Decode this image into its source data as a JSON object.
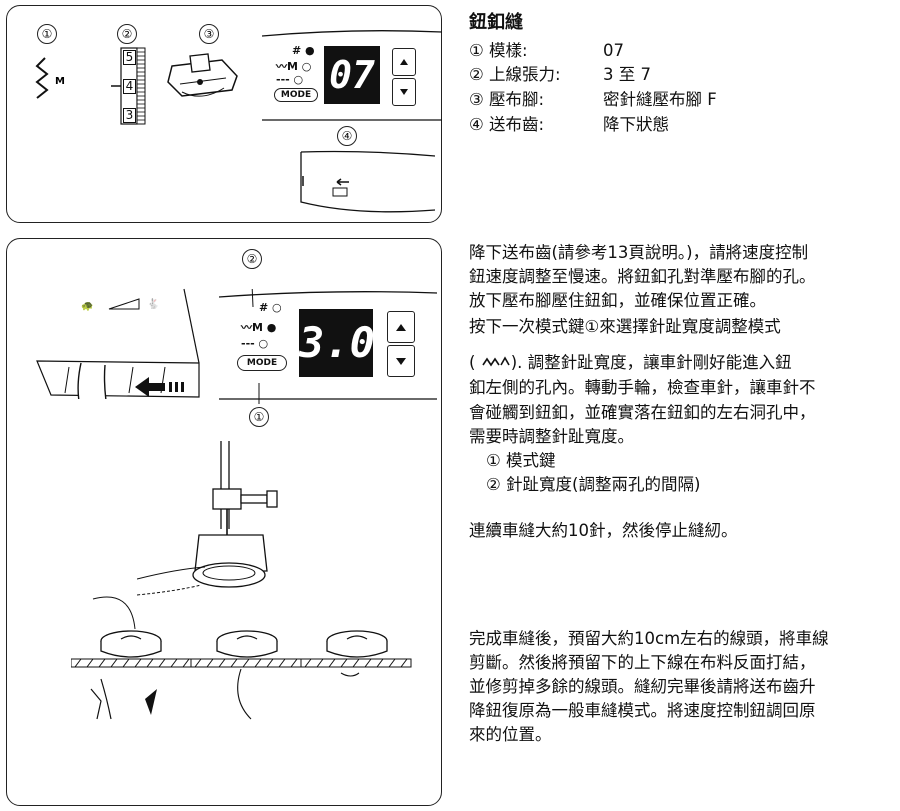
{
  "top_panel": {
    "callouts": [
      "①",
      "②",
      "③",
      "④"
    ],
    "tension_dial": [
      "5",
      "4",
      "3"
    ],
    "display_value": "07",
    "mode_label": "MODE",
    "stitch_symbols": [
      "#",
      "〰M",
      "---"
    ]
  },
  "bottom_panel": {
    "callouts": [
      "②",
      "①"
    ],
    "display_value": "3.0",
    "mode_label": "MODE"
  },
  "spec": {
    "title": "鈕釦縫",
    "rows": [
      {
        "num": "①",
        "label": "模樣:",
        "value": "07"
      },
      {
        "num": "②",
        "label": "上線張力:",
        "value": "3 至 7"
      },
      {
        "num": "③",
        "label": "壓布腳:",
        "value": "密針縫壓布腳 F"
      },
      {
        "num": "④",
        "label": "送布齒:",
        "value": "降下狀態"
      }
    ]
  },
  "instructions": {
    "p1": [
      "降下送布齒(請參考13頁說明。)，請將速度控制",
      "鈕速度調整至慢速。將鈕釦孔對準壓布腳的孔。",
      "放下壓布腳壓住鈕釦，並確保位置正確。"
    ],
    "p2": "按下一次模式鍵①來選擇針趾寬度調整模式",
    "p3_prefix": "(",
    "p3_lines": [
      "). 調整針趾寬度，讓車針剛好能進入鈕",
      "釦左側的孔內。轉動手輪，檢查車針，讓車針不",
      "會碰觸到鈕釦，並確實落在鈕釦的左右洞孔中，",
      "需要時調整針趾寬度。"
    ],
    "legend": [
      {
        "num": "①",
        "text": "模式鍵"
      },
      {
        "num": "②",
        "text": "針趾寬度(調整兩孔的間隔)"
      }
    ],
    "p4": "連續車縫大約10針，然後停止縫紉。",
    "p5": [
      "完成車縫後，預留大約10cm左右的線頭，將車線",
      "剪斷。然後將預留下的上下線在布料反面打結，",
      "並修剪掉多餘的線頭。縫紉完畢後請將送布齒升",
      "降鈕復原為一般車縫模式。將速度控制鈕調回原",
      "來的位置。"
    ]
  }
}
